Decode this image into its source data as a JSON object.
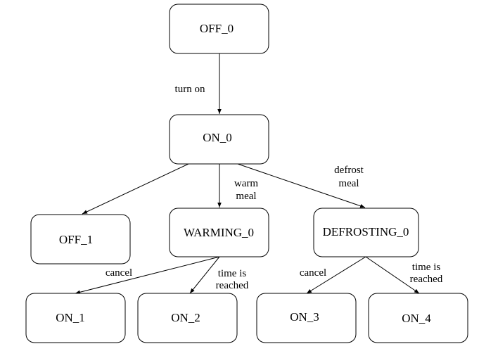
{
  "nodes": {
    "off_0": "OFF_0",
    "on_0": "ON_0",
    "off_1": "OFF_1",
    "warming_0": "WARMING_0",
    "defrosting_0": "DEFROSTING_0",
    "on_1": "ON_1",
    "on_2": "ON_2",
    "on_3": "ON_3",
    "on_4": "ON_4"
  },
  "edges": {
    "turn_on": "turn on",
    "warm_meal_1": "warm",
    "warm_meal_2": "meal",
    "defrost_meal_1": "defrost",
    "defrost_meal_2": "meal",
    "cancel_warming": "cancel",
    "time_reached_warming_1": "time is",
    "time_reached_warming_2": "reached",
    "cancel_defrosting": "cancel",
    "time_reached_defrosting_1": "time is",
    "time_reached_defrosting_2": "reached"
  }
}
